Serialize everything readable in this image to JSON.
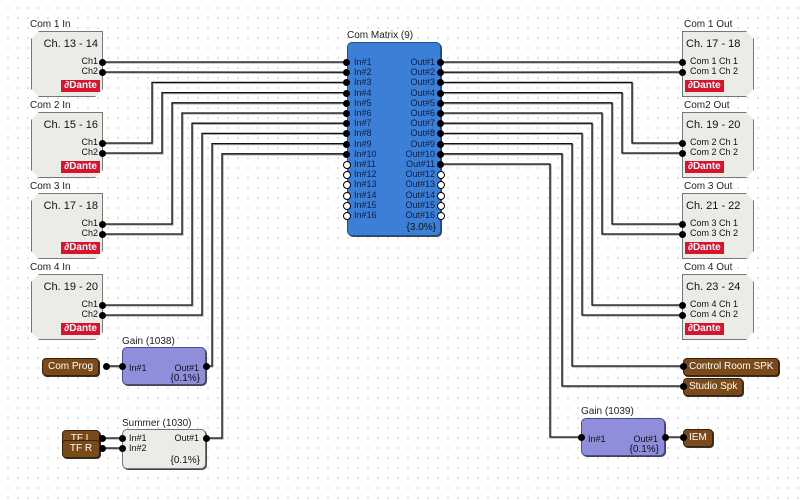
{
  "inputs": [
    {
      "title": "Com 1 In",
      "channels": "Ch. 13 - 14",
      "pins": [
        "Ch1",
        "Ch2"
      ],
      "logo": "Dante"
    },
    {
      "title": "Com 2 In",
      "channels": "Ch. 15 - 16",
      "pins": [
        "Ch1",
        "Ch2"
      ],
      "logo": "Dante"
    },
    {
      "title": "Com 3 In",
      "channels": "Ch. 17 - 18",
      "pins": [
        "Ch1",
        "Ch2"
      ],
      "logo": "Dante"
    },
    {
      "title": "Com 4 In",
      "channels": "Ch. 19 - 20",
      "pins": [
        "Ch1",
        "Ch2"
      ],
      "logo": "Dante"
    }
  ],
  "outputs": [
    {
      "title": "Com 1 Out",
      "channels": "Ch. 17 - 18",
      "pins": [
        "Com 1 Ch 1",
        "Com 1 Ch 2"
      ],
      "logo": "Dante"
    },
    {
      "title": "Com2 Out",
      "channels": "Ch. 19 - 20",
      "pins": [
        "Com 2 Ch 1",
        "Com 2 Ch 2"
      ],
      "logo": "Dante"
    },
    {
      "title": "Com 3 Out",
      "channels": "Ch. 21 - 22",
      "pins": [
        "Com 3 Ch 1",
        "Com 3 Ch 2"
      ],
      "logo": "Dante"
    },
    {
      "title": "Com 4 Out",
      "channels": "Ch. 23 - 24",
      "pins": [
        "Com 4 Ch 1",
        "Com 4 Ch 2"
      ],
      "logo": "Dante"
    }
  ],
  "matrix": {
    "title": "Com Matrix (9)",
    "inputs": [
      "In#1",
      "In#2",
      "In#3",
      "In#4",
      "In#5",
      "In#6",
      "In#7",
      "In#8",
      "In#9",
      "In#10",
      "In#11",
      "In#12",
      "In#13",
      "In#14",
      "In#15",
      "In#16"
    ],
    "outputs": [
      "Out#1",
      "Out#2",
      "Out#3",
      "Out#4",
      "Out#5",
      "Out#6",
      "Out#7",
      "Out#8",
      "Out#9",
      "Out#10",
      "Out#11",
      "Out#12",
      "Out#13",
      "Out#14",
      "Out#15",
      "Out#16"
    ],
    "connected_inputs": 10,
    "connected_outputs": 11,
    "usage": "{3.0%}"
  },
  "gain1": {
    "title": "Gain (1038)",
    "in": "In#1",
    "out": "Out#1",
    "usage": "{0.1%}"
  },
  "summer": {
    "title": "Summer (1030)",
    "in1": "In#1",
    "in2": "In#2",
    "out": "Out#1",
    "usage": "{0.1%}"
  },
  "gain2": {
    "title": "Gain (1039)",
    "in": "In#1",
    "out": "Out#1",
    "usage": "{0.1%}"
  },
  "tags": {
    "com_prog": "Com Prog",
    "tf_l": "TF L",
    "tf_r": "TF R",
    "control_room": "Control Room SPK",
    "studio_spk": "Studio Spk",
    "iem": "IEM"
  },
  "colors": {
    "matrix": "#3b7fd6",
    "gain": "#8e8edb",
    "tag": "#7a4a1a",
    "dante": "#d7142c"
  }
}
